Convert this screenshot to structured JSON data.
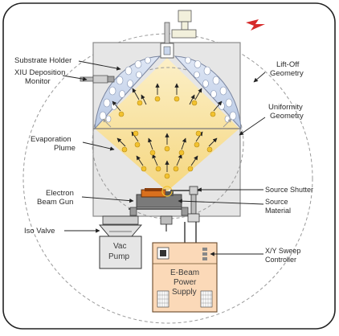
{
  "labels": {
    "substrate_holder": "Substrate Holder",
    "xiu_monitor_line1": "XIU Deposition",
    "xiu_monitor_line2": "Monitor",
    "evaporation_plume_line1": "Evaporation",
    "evaporation_plume_line2": "Plume",
    "electron_gun_line1": "Electron",
    "electron_gun_line2": "Beam Gun",
    "iso_valve": "Iso Valve",
    "vac_pump_line1": "Vac",
    "vac_pump_line2": "Pump",
    "lift_off_line1": "Lift-Off",
    "lift_off_line2": "Geometry",
    "uniformity_line1": "Uniformity",
    "uniformity_line2": "Geometry",
    "source_shutter": "Source Shutter",
    "source_material_line1": "Source",
    "source_material_line2": "Material",
    "xy_sweep_line1": "X/Y Sweep",
    "xy_sweep_line2": "Controller",
    "power_supply_line1": "E-Beam",
    "power_supply_line2": "Power",
    "power_supply_line3": "Supply"
  },
  "colors": {
    "chamber_fill": "#e6e6e6",
    "chamber_stroke": "#8a8a8a",
    "plume": "#fbe7a6",
    "atom": "#f2c230",
    "dome": "#c9d6ec",
    "power_supply": "#fbd9b8",
    "hearth": "#d9701e",
    "logo_red": "#d62a2a"
  }
}
